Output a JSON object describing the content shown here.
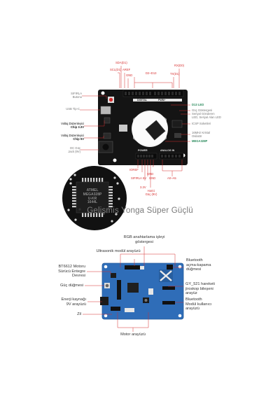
{
  "top_board": {
    "pin_labels": {
      "sda": "SDA(D1)",
      "scl": "SCL(D1)",
      "aref": "AREF",
      "gnd": "GND",
      "d2_d13": "D2~D13",
      "rx": "RX(D0)",
      "tx": "TX(D1)"
    },
    "left_labels": {
      "reset_line1": "SIFIRLA",
      "reset_line2": "Butonu",
      "usb": "USB Tip-C",
      "reg33_line1": "Voltaj Düzenleyici",
      "reg33_line2": "Chip 3.3V",
      "reg5_line1": "Voltaj Düzenleyici",
      "reg5_line2": "Chip 5V",
      "dc_line1": "DC Güç",
      "dc_line2": "Jack (9V)"
    },
    "right_labels": {
      "d13_led": "D13 LED",
      "power_led": "Güç Göstergesi",
      "serial_line1": "Seriyal Gönderen",
      "serial_line2": "LED, Seriyal Alan LED",
      "icsp": "ICSP Soketleri",
      "crystal_line1": "16MHz Kristal",
      "crystal_line2": "Osilatör",
      "mcu": "MEGA328P"
    },
    "bottom_labels": {
      "ioref": "IOREF",
      "gnd": "GND",
      "v33": "3.3V",
      "v5": "5V",
      "vin_line1": "Harici",
      "vin_line2": "Güç (9V)",
      "analog": "A0~A5",
      "reset_pin": "SIFIRLA",
      "gnd2": "GND"
    },
    "silk": {
      "digital": "DIGITAL",
      "pwm": "PWM~",
      "power": "POWER",
      "analog_in": "ANALOG IN"
    }
  },
  "chip": {
    "line1": "ATMEL",
    "line2": "MEGA328P",
    "line3": "U-KR",
    "line4": "1644L"
  },
  "headline": "Gelişmiş Yonga Süper Güçlü",
  "bottom_board": {
    "labels": {
      "rgb_line1": "RGB anahtarlama işleyi",
      "rgb_line2": "göstergesi",
      "ultrasonic": "Ultrasonik modül arayüzü",
      "bt_switch_line1": "Bluetooth",
      "bt_switch_line2": "açma-kapama",
      "bt_switch_line3": "düğmesi",
      "motor_driver_line1": "BT6612 Motoru",
      "motor_driver_line2": "Sürücü Entegre",
      "motor_driver_line3": "Devresi",
      "gy521_line1": "GY_521 hareketi",
      "gy521_line2": "jiroskop bileşeni",
      "gy521_line3": "arayüz",
      "power_button": "Güç düğmesi",
      "power_source_line1": "Enerji kaynağı",
      "power_source_line2": "9V arayüzü",
      "bt_module_line1": "Bluetooth",
      "bt_module_line2": "Modül kullanıcı",
      "bt_module_line3": "arayüzü",
      "buzzer": "Zil",
      "motor_iface": "Motor arayüzü"
    }
  },
  "colors": {
    "annotation_red": "#d62f2f",
    "board_black": "#141414",
    "board_blue": "#2f6db8",
    "label_green": "#2a8a5c",
    "label_blue": "#2a6db5"
  }
}
